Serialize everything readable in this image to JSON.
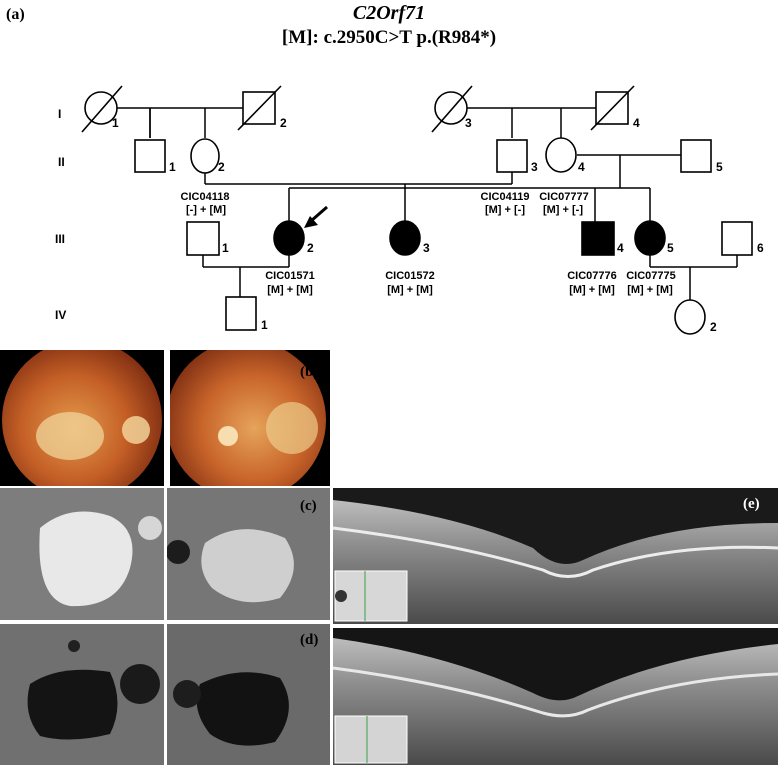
{
  "figure": {
    "panel_a_label": "(a)",
    "panel_b_label": "(b)",
    "panel_c_label": "(c)",
    "panel_d_label": "(d)",
    "panel_e_label": "(e)",
    "gene": "C2Orf71",
    "mutation": "[M]: c.2950C>T p.(R984*)"
  },
  "pedigree": {
    "generations": [
      "I",
      "II",
      "III",
      "IV"
    ],
    "individuals": {
      "I1": {
        "num": "1"
      },
      "I2": {
        "num": "2"
      },
      "I3": {
        "num": "3"
      },
      "I4": {
        "num": "4"
      },
      "II1": {
        "num": "1"
      },
      "II2": {
        "num": "2"
      },
      "II3": {
        "num": "3"
      },
      "II4": {
        "num": "4"
      },
      "II5": {
        "num": "5"
      },
      "III1": {
        "num": "1"
      },
      "III2": {
        "num": "2"
      },
      "III3": {
        "num": "3"
      },
      "III4": {
        "num": "4"
      },
      "III5": {
        "num": "5"
      },
      "III6": {
        "num": "6"
      },
      "IV1": {
        "num": "1"
      },
      "IV2": {
        "num": "2"
      }
    },
    "ids": {
      "II2": "CIC04118",
      "II3": "CIC04119",
      "II4": "CIC07777",
      "III2": "CIC01571",
      "III3": "CIC01572",
      "III4": "CIC07776",
      "III5": "CIC07775"
    },
    "genotypes": {
      "II2": "[-] + [M]",
      "II3": "[M] + [-]",
      "II4": "[M] + [-]",
      "III2": "[M] + [M]",
      "III3": "[M] + [M]",
      "III4": "[M] + [M]",
      "III5": "[M] + [M]"
    }
  }
}
